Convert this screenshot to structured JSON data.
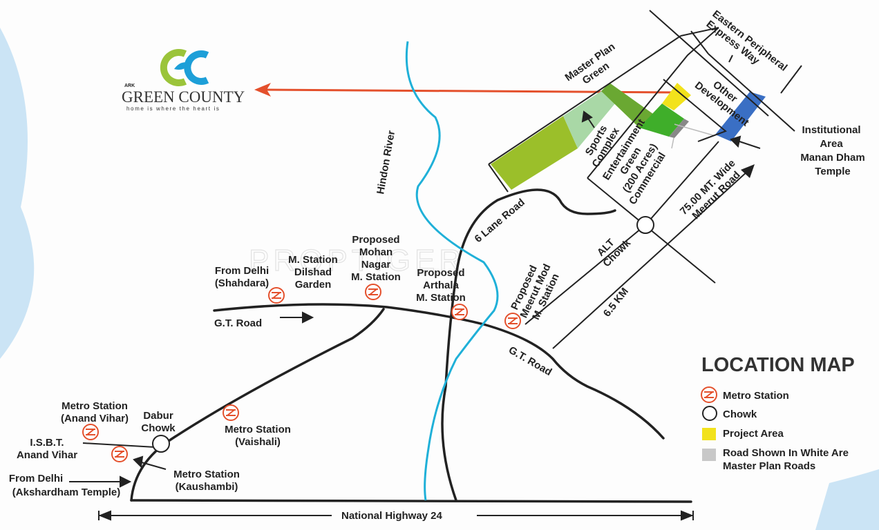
{
  "logo": {
    "brand": "ARK",
    "name": "GREEN COUNTY",
    "tagline": "home is where the heart is"
  },
  "watermark": "PROPTIGER",
  "labels": {
    "master_plan_green": [
      "Master Plan",
      "Green"
    ],
    "eastern_peripheral": [
      "Eastern Peripheral",
      "Express Way"
    ],
    "other_development": [
      "Other",
      "Development"
    ],
    "sports_complex": [
      "Sports",
      "Complex"
    ],
    "entertainment": [
      "Entertainment",
      "Green",
      "(200 Acres)",
      "Commercial"
    ],
    "institutional": [
      "Institutional",
      "Area",
      "Manan Dham",
      "Temple"
    ],
    "meerut_road": [
      "75.00 MT. Wide",
      "Meerut Road"
    ],
    "alt_chowk": [
      "ALT",
      "Chowk"
    ],
    "six_lane": "6 Lane Road",
    "hindon": "Hindon River",
    "km": "6.5 KM",
    "gt_road_1": "G.T. Road",
    "gt_road_2": "G.T. Road",
    "from_delhi_shahdara": [
      "From Delhi",
      "(Shahdara)"
    ],
    "dilshad": [
      "M. Station",
      "Dilshad",
      "Garden"
    ],
    "mohan_nagar": [
      "Proposed",
      "Mohan",
      "Nagar",
      "M. Station"
    ],
    "arthala": [
      "Proposed",
      "Arthala",
      "M. Station"
    ],
    "meerut_mod": [
      "Proposed",
      "Meerut Mod",
      "M. Station"
    ],
    "vaishali": [
      "Metro Station",
      "(Vaishali)"
    ],
    "anand_vihar": [
      "Metro Station",
      "(Anand Vihar)"
    ],
    "dabur": [
      "Dabur",
      "Chowk"
    ],
    "isbt": [
      "I.S.B.T.",
      "Anand Vihar"
    ],
    "kaushambi": [
      "Metro Station",
      "(Kaushambi)"
    ],
    "akshardham": [
      "From Delhi",
      "(Akshardham Temple)"
    ],
    "nh24": "National Highway 24"
  },
  "legend": {
    "title": "LOCATION MAP",
    "items": [
      {
        "label": "Metro Station",
        "icon": "metro-station-icon"
      },
      {
        "label": "Chowk",
        "icon": "chowk-circle-icon"
      },
      {
        "label": "Project Area",
        "color": "#f2e21c"
      },
      {
        "label": "Road Shown In White Are",
        "label2": "Master Plan Roads",
        "color": "#c8c8c8"
      }
    ]
  },
  "colors": {
    "project": "#f2e21c",
    "green_dark": "#6aa832",
    "green_light": "#a9d8a6",
    "green_olive": "#9bbf2a",
    "green_bright": "#3fae2a",
    "institutional": "#3a6fc4",
    "river": "#1fb0d8",
    "arrow": "#e4502c",
    "metro": "#e4502c"
  }
}
